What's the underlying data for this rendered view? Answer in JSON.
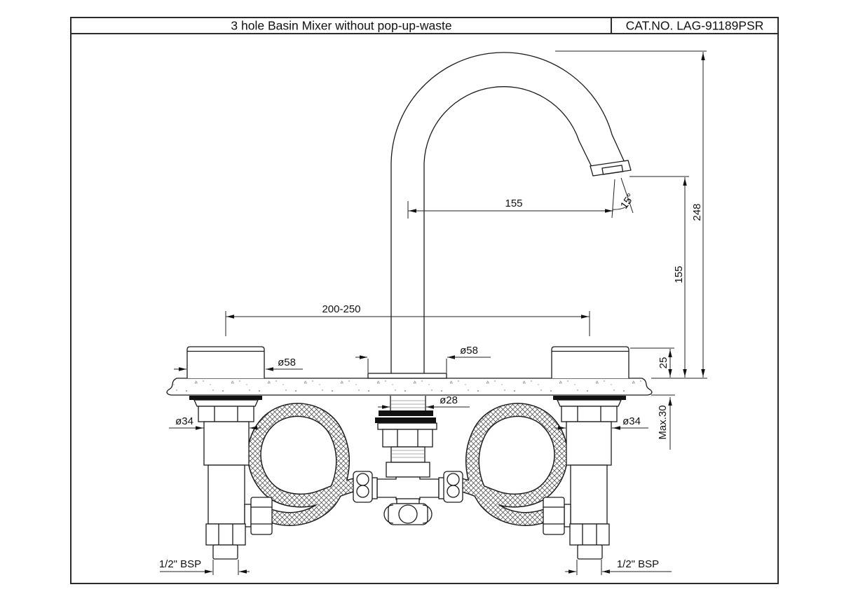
{
  "title_block": {
    "product_title": "3 hole Basin Mixer without pop-up-waste",
    "catalog_number": "CAT.NO. LAG-91189PSR"
  },
  "dimensions": {
    "spout_reach": "155",
    "spray_angle": "15°",
    "total_height": "248",
    "spout_outlet_height": "155",
    "handle_height": "25",
    "hole_spacing": "200-250",
    "handle_diameter": "ø58",
    "spout_base_diameter": "ø58",
    "spout_shank_diameter": "ø28",
    "valve_body_diameter_left": "ø34",
    "valve_body_diameter_right": "ø34",
    "max_deck_thickness": "Max.30",
    "thread_size_left": "1/2\" BSP",
    "thread_size_right": "1/2\" BSP"
  },
  "colors": {
    "line": "#1a1a1a",
    "background": "#ffffff",
    "stipple": "#8a8a8a"
  }
}
